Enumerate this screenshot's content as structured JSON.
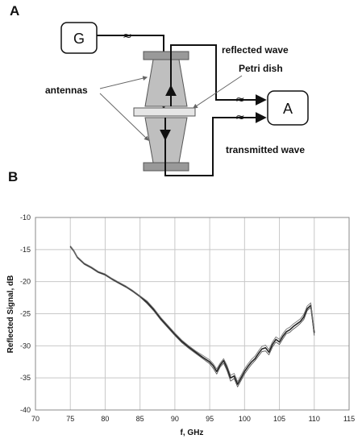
{
  "panels": {
    "a_label": "A",
    "b_label": "B"
  },
  "diagram": {
    "generator_label": "G",
    "analyzer_label": "A",
    "wave_symbol": "≈",
    "labels": {
      "reflected": "reflected wave",
      "petri": "Petri dish",
      "antennas": "antennas",
      "transmitted": "transmitted wave"
    }
  },
  "chart_data": {
    "type": "line",
    "xlabel": "f, GHz",
    "ylabel": "Reflected Signal, dB",
    "xlim": [
      70,
      115
    ],
    "ylim": [
      -40,
      -10
    ],
    "xticks": [
      "70",
      "75",
      "80",
      "85",
      "90",
      "95",
      "100",
      "105",
      "110",
      "115"
    ],
    "yticks": [
      "-10",
      "-15",
      "-20",
      "-25",
      "-30",
      "-35",
      "-40"
    ],
    "grid": true,
    "series": [
      {
        "x": [
          75,
          75.5,
          76,
          77,
          78,
          79,
          80,
          81,
          82,
          83,
          84,
          85,
          86,
          87,
          88,
          89,
          90,
          91,
          92,
          93,
          94,
          95,
          95.5,
          96,
          96.5,
          97,
          97.5,
          98,
          98.5,
          99,
          99.5,
          100,
          100.5,
          101,
          101.5,
          102,
          102.5,
          103,
          103.5,
          104,
          104.5,
          105,
          105.5,
          106,
          106.5,
          107,
          107.5,
          108,
          108.5,
          109,
          109.5,
          110
        ],
        "y": [
          -14.5,
          -15.2,
          -16.2,
          -17.2,
          -17.8,
          -18.5,
          -18.9,
          -19.6,
          -20.2,
          -20.8,
          -21.5,
          -22.3,
          -23.2,
          -24.4,
          -25.8,
          -27.0,
          -28.2,
          -29.3,
          -30.2,
          -31.0,
          -31.8,
          -32.5,
          -33.1,
          -34.0,
          -33.0,
          -32.3,
          -33.5,
          -35.0,
          -34.7,
          -36.0,
          -35.0,
          -34.0,
          -33.2,
          -32.5,
          -32.0,
          -31.2,
          -30.5,
          -30.3,
          -31.0,
          -29.8,
          -29.0,
          -29.4,
          -28.5,
          -27.8,
          -27.5,
          -27.0,
          -26.6,
          -26.2,
          -25.5,
          -24.2,
          -23.7,
          -28.0
        ]
      },
      {
        "x": [
          75,
          75.5,
          76,
          77,
          78,
          79,
          80,
          81,
          82,
          83,
          84,
          85,
          86,
          87,
          88,
          89,
          90,
          91,
          92,
          93,
          94,
          95,
          95.5,
          96,
          96.5,
          97,
          97.5,
          98,
          98.5,
          99,
          99.5,
          100,
          100.5,
          101,
          101.5,
          102,
          102.5,
          103,
          103.5,
          104,
          104.5,
          105,
          105.5,
          106,
          106.5,
          107,
          107.5,
          108,
          108.5,
          109,
          109.5,
          110
        ],
        "y": [
          -14.6,
          -15.3,
          -16.3,
          -17.3,
          -17.9,
          -18.6,
          -19.0,
          -19.7,
          -20.3,
          -20.9,
          -21.6,
          -22.4,
          -23.4,
          -24.6,
          -26.0,
          -27.2,
          -28.4,
          -29.5,
          -30.4,
          -31.2,
          -32.0,
          -32.8,
          -33.5,
          -34.4,
          -33.3,
          -32.7,
          -33.9,
          -35.5,
          -35.1,
          -36.4,
          -35.4,
          -34.4,
          -33.6,
          -32.9,
          -32.3,
          -31.6,
          -30.9,
          -30.8,
          -31.4,
          -30.2,
          -29.4,
          -29.8,
          -28.9,
          -28.1,
          -27.9,
          -27.4,
          -27.0,
          -26.5,
          -25.9,
          -24.5,
          -24.0,
          -28.4
        ]
      },
      {
        "x": [
          75,
          75.5,
          76,
          77,
          78,
          79,
          80,
          81,
          82,
          83,
          84,
          85,
          86,
          87,
          88,
          89,
          90,
          91,
          92,
          93,
          94,
          95,
          95.5,
          96,
          96.5,
          97,
          97.5,
          98,
          98.5,
          99,
          99.5,
          100,
          100.5,
          101,
          101.5,
          102,
          102.5,
          103,
          103.5,
          104,
          104.5,
          105,
          105.5,
          106,
          106.5,
          107,
          107.5,
          108,
          108.5,
          109,
          109.5,
          110
        ],
        "y": [
          -14.4,
          -15.1,
          -16.1,
          -17.1,
          -17.7,
          -18.4,
          -18.8,
          -19.5,
          -20.1,
          -20.7,
          -21.4,
          -22.2,
          -23.0,
          -24.2,
          -25.6,
          -26.8,
          -28.0,
          -29.1,
          -30.0,
          -30.8,
          -31.5,
          -32.2,
          -32.8,
          -33.6,
          -32.7,
          -32.0,
          -33.1,
          -34.6,
          -34.3,
          -35.6,
          -34.6,
          -33.6,
          -32.8,
          -32.1,
          -31.6,
          -30.8,
          -30.1,
          -29.9,
          -30.6,
          -29.4,
          -28.6,
          -29.0,
          -28.1,
          -27.4,
          -27.1,
          -26.6,
          -26.2,
          -25.8,
          -25.1,
          -23.8,
          -23.3,
          -27.6
        ]
      }
    ]
  },
  "colors": {
    "line": "#222222",
    "grid": "#c8c8c8",
    "antenna": "#bfbfbf",
    "flange": "#999999"
  }
}
